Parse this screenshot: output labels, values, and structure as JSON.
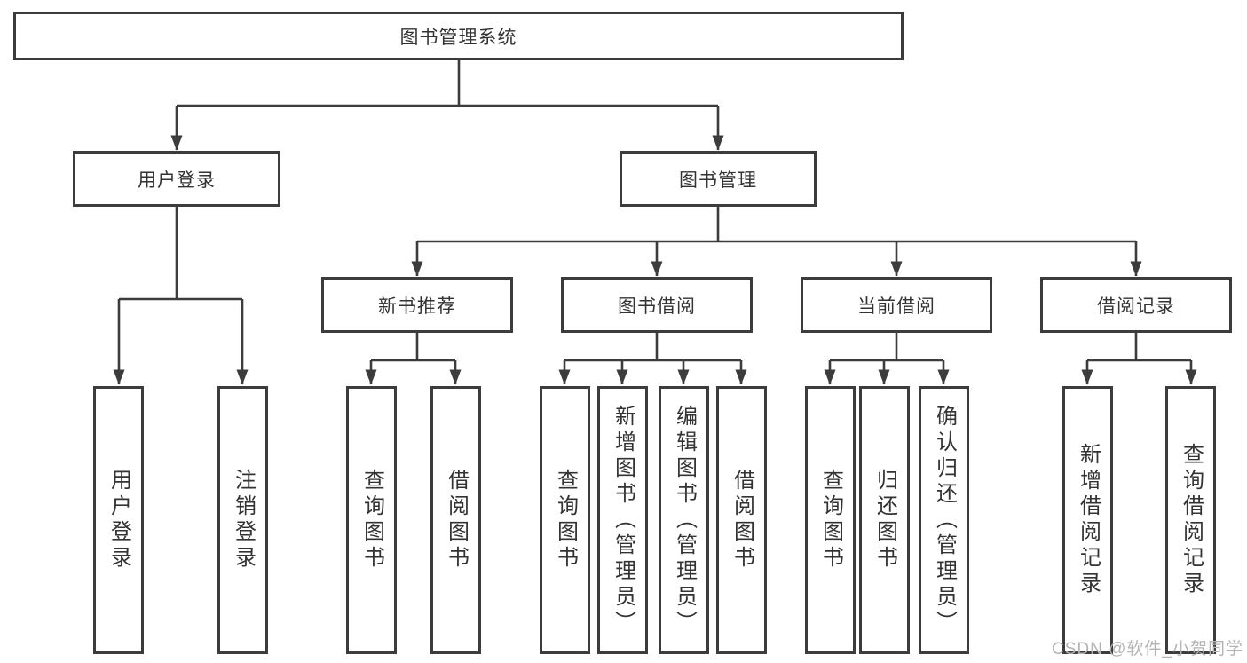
{
  "diagram_title": "图书管理系统",
  "watermark": "CSDN @软件_小贺同学",
  "colors": {
    "background": "#ffffff",
    "line": "#3c3c3c",
    "box_border": "#3c3c3c",
    "text": "#333333",
    "watermark": "#b4b4b4"
  },
  "nodes": {
    "root": {
      "label": "图书管理系统",
      "parent": null
    },
    "user_login": {
      "label": "用户登录",
      "parent": "root"
    },
    "book_mgmt": {
      "label": "图书管理",
      "parent": "root"
    },
    "new_book_rec": {
      "label": "新书推荐",
      "parent": "book_mgmt"
    },
    "book_borrow": {
      "label": "图书借阅",
      "parent": "book_mgmt"
    },
    "current_borrow": {
      "label": "当前借阅",
      "parent": "book_mgmt"
    },
    "borrow_record": {
      "label": "借阅记录",
      "parent": "book_mgmt"
    },
    "leaf_user_login": {
      "label": "用户登录",
      "parent": "user_login"
    },
    "leaf_logout": {
      "label": "注销登录",
      "parent": "user_login"
    },
    "leaf_query_book_rec": {
      "label": "查询图书",
      "parent": "new_book_rec"
    },
    "leaf_borrow_book_rec": {
      "label": "借阅图书",
      "parent": "new_book_rec"
    },
    "leaf_query_book_bb": {
      "label": "查询图书",
      "parent": "book_borrow"
    },
    "leaf_add_book_admin": {
      "label": "新增图书（管理员）",
      "parent": "book_borrow"
    },
    "leaf_edit_book_admin": {
      "label": "编辑图书（管理员）",
      "parent": "book_borrow"
    },
    "leaf_borrow_book_bb": {
      "label": "借阅图书",
      "parent": "book_borrow"
    },
    "leaf_query_book_cur": {
      "label": "查询图书",
      "parent": "current_borrow"
    },
    "leaf_return_book": {
      "label": "归还图书",
      "parent": "current_borrow"
    },
    "leaf_confirm_return_admin": {
      "label": "确认归还（管理员）",
      "parent": "current_borrow"
    },
    "leaf_add_borrow_record": {
      "label": "新增借阅记录",
      "parent": "borrow_record"
    },
    "leaf_query_borrow_record": {
      "label": "查询借阅记录",
      "parent": "borrow_record"
    }
  }
}
